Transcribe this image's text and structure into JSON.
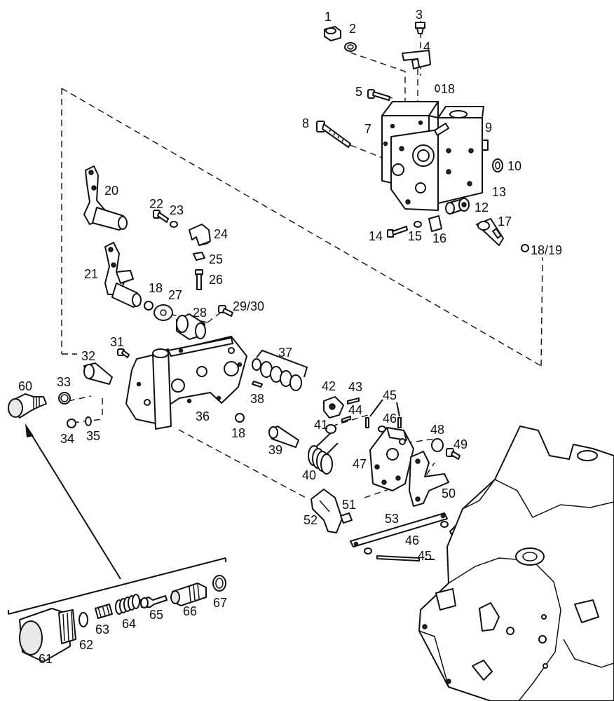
{
  "callouts": {
    "c1": "1",
    "c2": "2",
    "c3": "3",
    "c4": "4",
    "c5": "5",
    "c7": "7",
    "c8": "8",
    "c9": "9",
    "c10": "10",
    "c12": "12",
    "c13": "13",
    "c14": "14",
    "c15": "15",
    "c16": "16",
    "c17": "17",
    "c18a": "18",
    "c18b": "18",
    "c18c": "18",
    "c1819": "18/19",
    "c20": "20",
    "c21": "21",
    "c22": "22",
    "c23": "23",
    "c24": "24",
    "c25": "25",
    "c26": "26",
    "c27": "27",
    "c28": "28",
    "c2930": "29/30",
    "c31": "31",
    "c32": "32",
    "c33": "33",
    "c34": "34",
    "c35": "35",
    "c36": "36",
    "c37": "37",
    "c38": "38",
    "c39": "39",
    "c40": "40",
    "c41": "41",
    "c42": "42",
    "c43": "43",
    "c44": "44",
    "c45a": "45",
    "c45b": "45",
    "c46a": "46",
    "c46b": "46",
    "c47": "47",
    "c48": "48",
    "c49": "49",
    "c50": "50",
    "c51": "51",
    "c52": "52",
    "c53": "53",
    "c60": "60",
    "c61": "61",
    "c62": "62",
    "c63": "63",
    "c64": "64",
    "c65": "65",
    "c66": "66",
    "c67": "67"
  }
}
